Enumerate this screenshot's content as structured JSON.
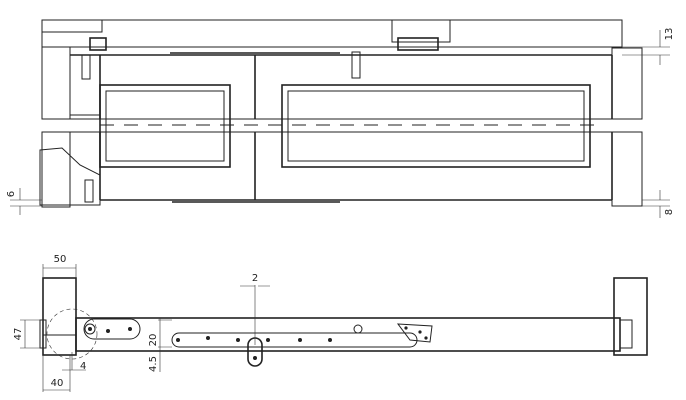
{
  "title": "Door hinge technical drawing",
  "dimensions": {
    "top_frame_offset": "13",
    "bottom_right_gap": "8",
    "bottom_left_gap": "6",
    "hinge_block_width": "50",
    "leaf_gap": "2",
    "hinge_height": "47",
    "plate_height": "20",
    "plate_offset": "4.5",
    "pivot_offset": "4",
    "pivot_distance": "40"
  }
}
